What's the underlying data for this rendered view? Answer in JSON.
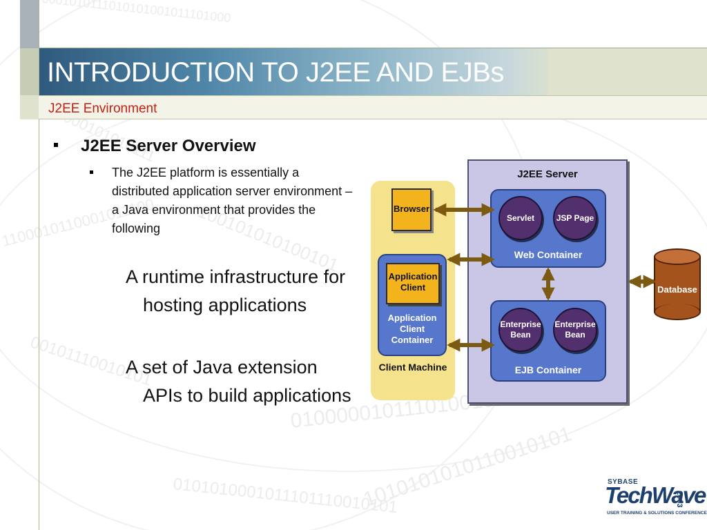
{
  "slide": {
    "title": "INTRODUCTION TO J2EE AND EJBs",
    "subtitle": "J2EE Environment"
  },
  "bullets": {
    "level1": "J2EE Server Overview",
    "level2": "The J2EE platform is essentially a distributed application server environment – a Java environment that provides the following",
    "level3": [
      "A runtime infrastructure for hosting applications",
      "A set of Java extension APIs to build applications"
    ]
  },
  "diagram": {
    "client_machine": "Client Machine",
    "browser": "Browser",
    "application_client": "Application Client",
    "application_client_container": "Application Client Container",
    "j2ee_server": "J2EE Server",
    "servlet": "Servlet",
    "jsp_page": "JSP Page",
    "web_container": "Web Container",
    "enterprise_bean_1": "Enterprise Bean",
    "enterprise_bean_2": "Enterprise Bean",
    "ejb_container": "EJB Container",
    "database": "Database"
  },
  "logo": {
    "brand": "SYBASE",
    "name": "TechWave",
    "year": "2003",
    "tagline": "USER TRAINING & SOLUTIONS CONFERENCE"
  },
  "colors": {
    "title_text": "#ffffff",
    "subtitle_text": "#c22014",
    "container_blue": "#5677cc",
    "bean_purple": "#52306d",
    "component_orange": "#f2b31c",
    "database_brown": "#a5531c",
    "arrow_color": "#7d5a12",
    "server_lavender": "#c9c6e6",
    "client_yellow": "#f5e28c"
  }
}
